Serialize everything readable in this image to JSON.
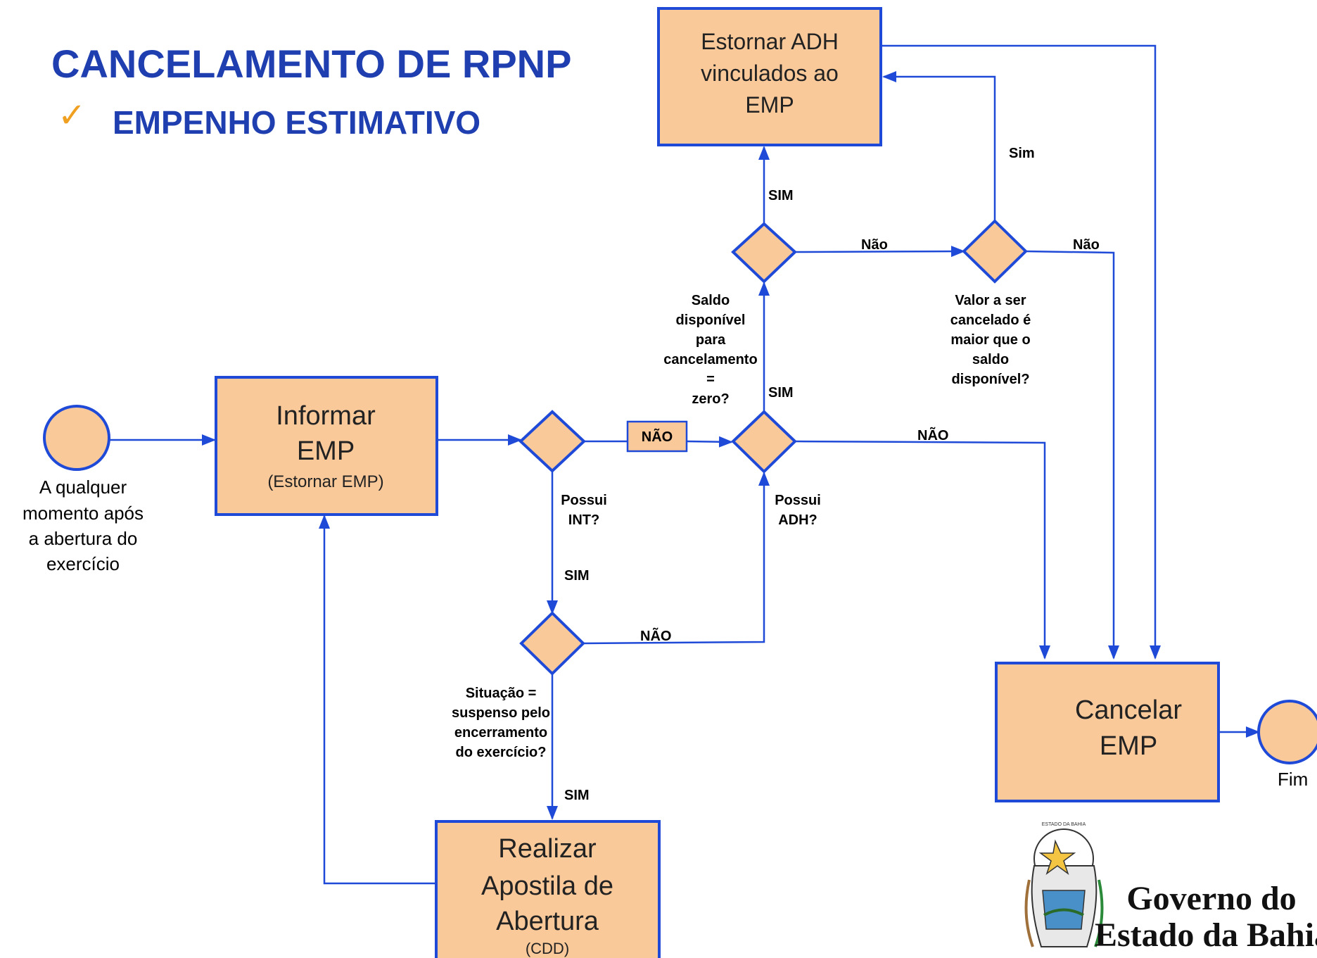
{
  "title": "CANCELAMENTO DE RPNP",
  "subtitle": "EMPENHO ESTIMATIVO",
  "check_icon": "checkmark-icon",
  "colors": {
    "box_fill": "#f9c99a",
    "box_border": "#1f4ad8",
    "line": "#1f4ad8",
    "title": "#1f3fb0",
    "check": "#f0a020"
  },
  "boxes": {
    "informar": {
      "line1": "Informar",
      "line2": "EMP",
      "sub": "(Estornar EMP)"
    },
    "estornar": {
      "line1": "Estornar ADH",
      "line2": "vinculados ao",
      "line3": "EMP"
    },
    "cancelar": {
      "line1": "Cancelar",
      "line2": "EMP"
    },
    "realizar": {
      "line1": "Realizar",
      "line2": "Apostila de",
      "line3": "Abertura",
      "sub": "(CDD)"
    }
  },
  "start": {
    "lines": [
      "A qualquer",
      "momento após",
      "a abertura do",
      "exercício"
    ]
  },
  "end": {
    "label": "Fim"
  },
  "decisions": {
    "possui_int": {
      "lines": [
        "Possui",
        "INT?"
      ]
    },
    "possui_adh": {
      "lines": [
        "Possui",
        "ADH?"
      ]
    },
    "saldo": {
      "lines": [
        "Saldo",
        "disponível",
        "para",
        "cancelamento",
        "=",
        "zero?"
      ]
    },
    "valor": {
      "lines": [
        "Valor a ser",
        "cancelado é",
        "maior que o",
        "saldo",
        "disponível?"
      ]
    },
    "situacao": {
      "lines": [
        "Situação =",
        "suspenso pelo",
        "encerramento",
        "do exercício?"
      ]
    }
  },
  "labels": {
    "nao_box": "NÃO",
    "nao_adh": "NÃO",
    "nao_situacao": "NÃO",
    "sim_int": "SIM",
    "sim_situacao": "SIM",
    "sim_adh": "SIM",
    "sim_saldo": "SIM",
    "nao_saldo": "Não",
    "sim_valor": "Sim",
    "nao_valor": "Não"
  },
  "logo": {
    "line1": "Governo do",
    "line2": "Estado da Bahia",
    "seal_text": "ESTADO DA BAHIA"
  }
}
